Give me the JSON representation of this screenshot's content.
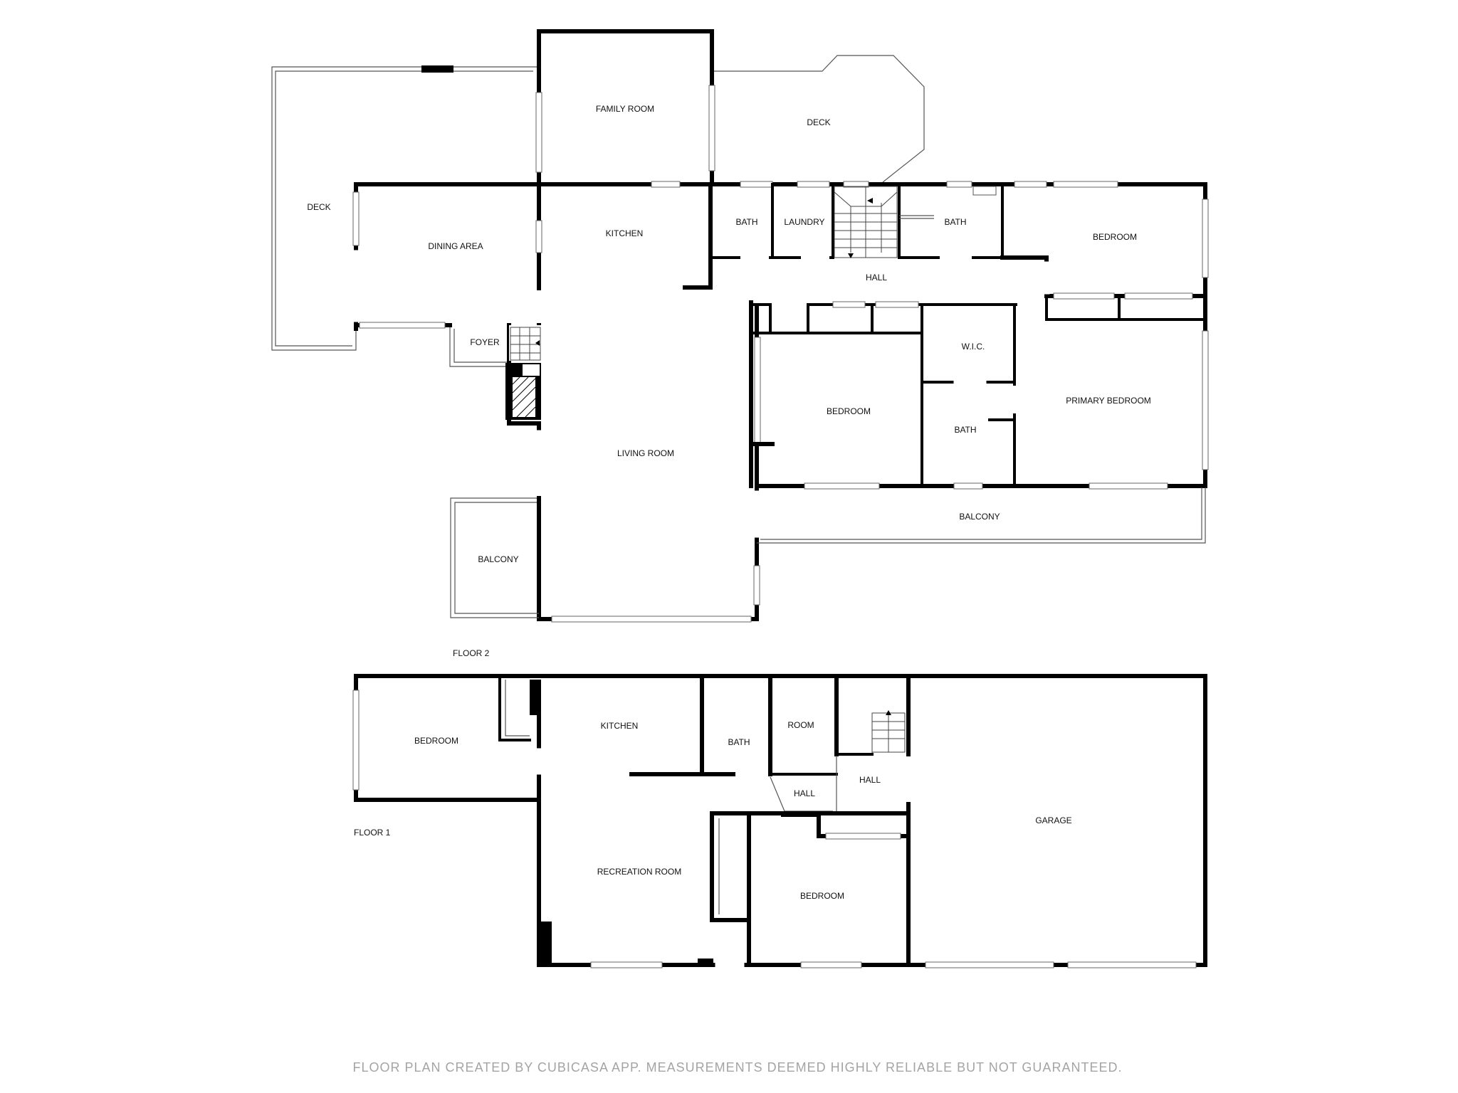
{
  "floors": {
    "floor2": {
      "label": "FLOOR 2",
      "rooms": {
        "family_room": "FAMILY ROOM",
        "deck_north": "DECK",
        "deck_west": "DECK",
        "dining_area": "DINING AREA",
        "kitchen": "KITCHEN",
        "bath_1": "BATH",
        "laundry": "LAUNDRY",
        "bath_2": "BATH",
        "bedroom_ne": "BEDROOM",
        "hall": "HALL",
        "foyer": "FOYER",
        "wic": "W.I.C.",
        "bedroom_mid": "BEDROOM",
        "primary_bedroom": "PRIMARY BEDROOM",
        "bath_3": "BATH",
        "living_room": "LIVING ROOM",
        "balcony_east": "BALCONY",
        "balcony_west": "BALCONY"
      }
    },
    "floor1": {
      "label": "FLOOR 1",
      "rooms": {
        "bedroom_w": "BEDROOM",
        "kitchen": "KITCHEN",
        "bath": "BATH",
        "room": "ROOM",
        "hall_1": "HALL",
        "hall_2": "HALL",
        "garage": "GARAGE",
        "recreation_room": "RECREATION ROOM",
        "bedroom_s": "BEDROOM"
      }
    }
  },
  "footer": "FLOOR PLAN CREATED BY CUBICASA APP. MEASUREMENTS DEEMED HIGHLY RELIABLE BUT NOT GUARANTEED."
}
